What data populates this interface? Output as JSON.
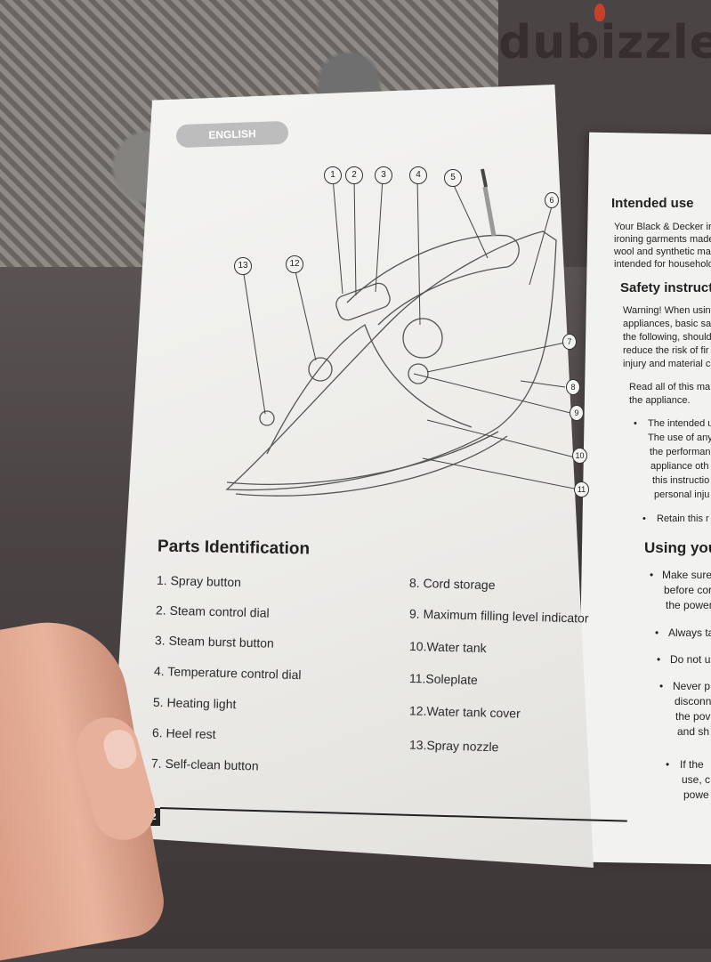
{
  "watermark": "dubizzle",
  "left_page": {
    "language_tab": "ENGLISH",
    "callouts": [
      "1",
      "2",
      "3",
      "4",
      "5",
      "6",
      "7",
      "8",
      "9",
      "10",
      "11",
      "12",
      "13"
    ],
    "section_title": "Parts Identification",
    "parts_left": [
      "1.  Spray button",
      "2.  Steam control dial",
      "3.  Steam burst button",
      "4.  Temperature control dial",
      "5.  Heating light",
      "6.  Heel rest",
      "7.  Self-clean button"
    ],
    "parts_right": [
      "8.  Cord storage",
      "9.  Maximum filling level indicator",
      "10.Water tank",
      "11.Soleplate",
      "12.Water tank cover",
      "13.Spray nozzle"
    ],
    "page_number": "2"
  },
  "right_page": {
    "heading_1": "Intended use",
    "intended_lines": [
      "Your Black & Decker iro",
      "ironing garments made",
      "wool and synthetic mat",
      "intended for household"
    ],
    "heading_2": "Safety instruct",
    "warning_lines": [
      "Warning! When usin",
      "appliances, basic saf",
      "the following, should",
      "reduce the risk of fir",
      "injury and material c"
    ],
    "read_lines": [
      "Read all of this ma",
      "the appliance."
    ],
    "bullet_1": [
      "The intended u",
      "The use of any",
      "the performan",
      "appliance oth",
      "this instructio",
      "personal inju"
    ],
    "bullet_2": "Retain this r",
    "heading_3": "Using you",
    "bullet_3": [
      "Make sure",
      "before cor",
      "the power"
    ],
    "bullet_4": "Always ta",
    "bullet_5": "Do not u",
    "bullet_6": [
      "Never p",
      "disconn",
      "the pov",
      "and sh"
    ],
    "bullet_7": [
      "If the",
      "use, c",
      "powe"
    ]
  }
}
